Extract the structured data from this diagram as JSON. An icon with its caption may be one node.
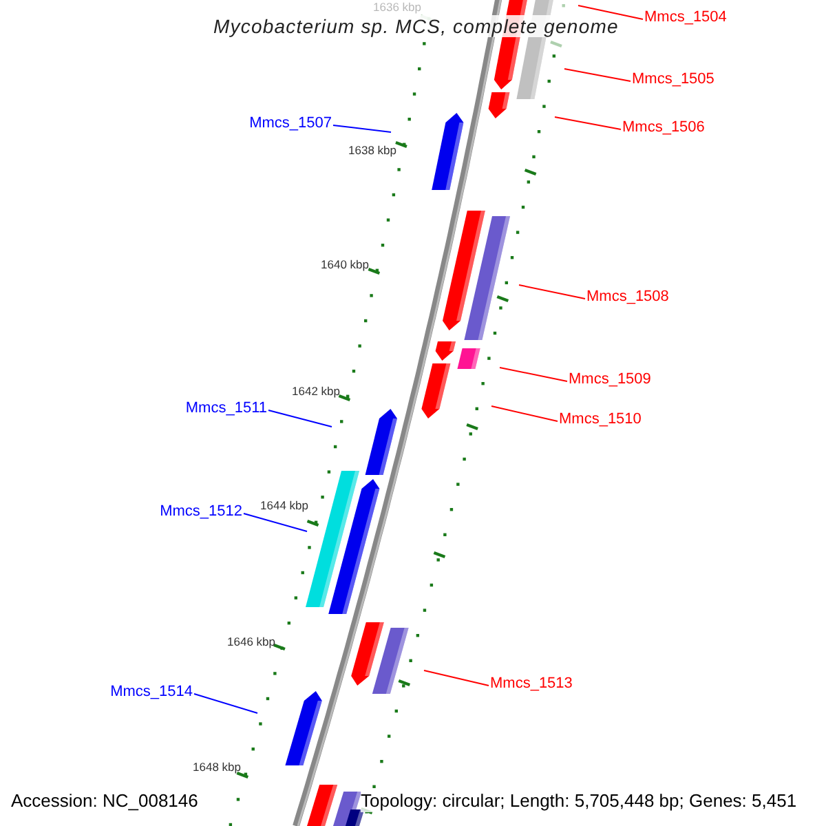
{
  "diagram": {
    "title": "Mycobacterium sp. MCS, complete genome",
    "nodes": [
      {
        "text": [
          "Mmcs_1504"
        ]
      },
      {
        "text": [
          "Mmcs_1505"
        ]
      },
      {
        "text": [
          "Mmcs_1506"
        ]
      },
      {
        "text": [
          "Mmcs_1507"
        ]
      },
      {
        "text": [
          "Mmcs_1508"
        ]
      },
      {
        "text": [
          "Mmcs_1509"
        ]
      },
      {
        "text": [
          "Mmcs_1510"
        ]
      },
      {
        "text": [
          "Mmcs_1511"
        ]
      },
      {
        "text": [
          "Mmcs_1512"
        ]
      },
      {
        "text": [
          "Mmcs_1513"
        ]
      },
      {
        "text": [
          "Mmcs_1514"
        ]
      }
    ],
    "edges": [
      {
        "from": 0,
        "to": null,
        "arrow": "none"
      },
      {
        "from": 1,
        "to": null,
        "arrow": "none"
      },
      {
        "from": 2,
        "to": null,
        "arrow": "none"
      },
      {
        "from": 3,
        "to": null,
        "arrow": "none",
        "color": "#0000ff"
      },
      {
        "from": 4,
        "to": null,
        "arrow": "none"
      },
      {
        "from": 5,
        "to": null,
        "arrow": "none"
      },
      {
        "from": 6,
        "to": null,
        "arrow": "none"
      },
      {
        "from": 7,
        "to": null,
        "arrow": "none",
        "color": "#0000ff"
      },
      {
        "from": 8,
        "to": null,
        "arrow": "none",
        "color": "#0000ff"
      },
      {
        "from": 9,
        "to": null,
        "arrow": "none"
      },
      {
        "from": 10,
        "to": null,
        "arrow": "none",
        "color": "#0000ff"
      }
    ],
    "labels": [
      "1636 kbp",
      "1638 kbp",
      "1640 kbp",
      "1642 kbp",
      "1644 kbp",
      "1646 kbp",
      "1648 kbp",
      "Accession: NC_008146",
      "Topology: circular; Length: 5,705,448 bp; Genes: 5,451"
    ]
  }
}
